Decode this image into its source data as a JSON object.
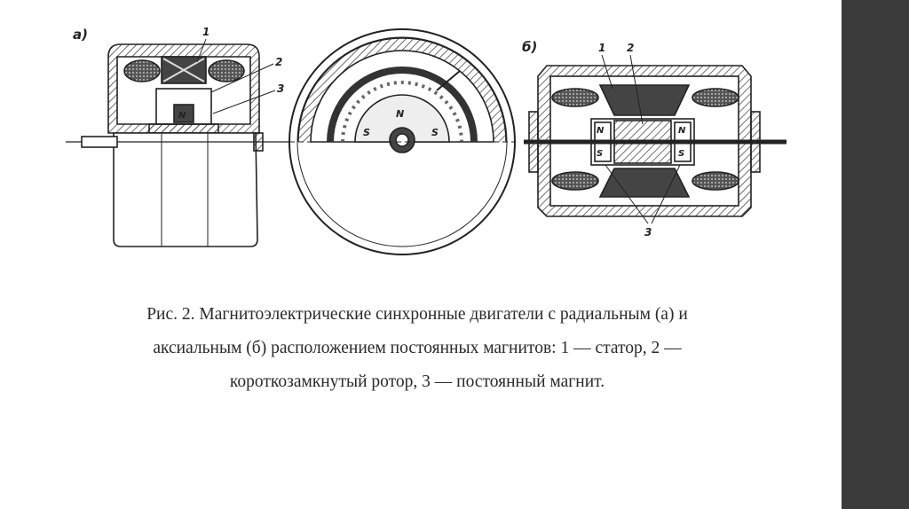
{
  "figure": {
    "panel_a_label": "а)",
    "panel_b_label": "б)",
    "callouts_a": [
      "1",
      "2",
      "3"
    ],
    "callouts_b": [
      "1",
      "2",
      "3"
    ],
    "pole_labels": {
      "north": "N",
      "south": "S"
    }
  },
  "caption": {
    "line1": "Рис. 2. Магнитоэлектрические синхронные двигатели с радиальным (а) и",
    "line2": "аксиальным (б) расположением постоянных магнитов: 1 — статор, 2 —",
    "line3": "короткозамкнутый ротор, 3 — постоянный магнит."
  },
  "colors": {
    "background": "#ffffff",
    "sidebar": "#3b3b3b",
    "ink": "#222222"
  }
}
